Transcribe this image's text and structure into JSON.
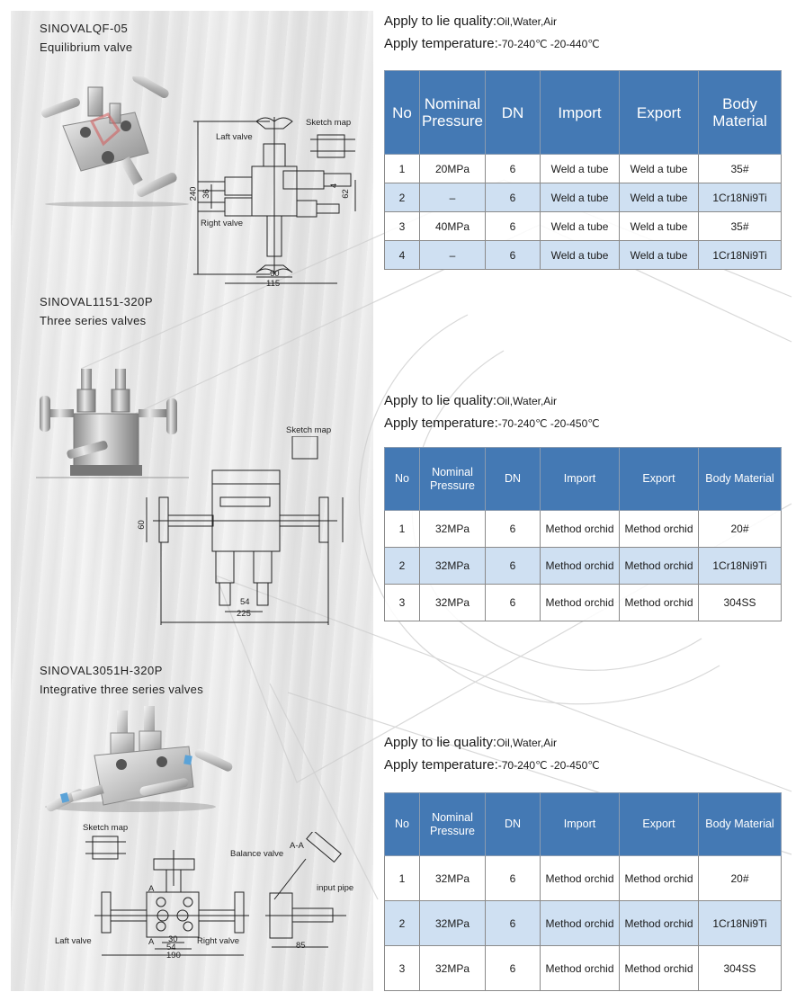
{
  "products": [
    {
      "model": "SINOVALQF-05",
      "name": "Equilibrium valve",
      "drawing_labels": {
        "sketch_map": "Sketch map",
        "left_valve": "Laft valve",
        "right_valve": "Right valve",
        "dim_240": "240",
        "dim_36": "36",
        "dim_62": "62",
        "dim_4": "4",
        "dim_60": "60",
        "dim_115": "115"
      },
      "spec": {
        "quality_label": "Apply to lie quality:",
        "quality_value": "Oil,Water,Air",
        "temp_label": "Apply temperature:",
        "temp_value": "-70-240℃  -20-440℃"
      },
      "table": {
        "headers": [
          "No",
          "Nominal Pressure",
          "DN",
          "Import",
          "Export",
          "Body Material"
        ],
        "rows": [
          [
            "1",
            "20MPa",
            "6",
            "Weld a tube",
            "Weld a tube",
            "35#"
          ],
          [
            "2",
            "–",
            "6",
            "Weld a tube",
            "Weld a tube",
            "1Cr18Ni9Ti"
          ],
          [
            "3",
            "40MPa",
            "6",
            "Weld a tube",
            "Weld a tube",
            "35#"
          ],
          [
            "4",
            "–",
            "6",
            "Weld a tube",
            "Weld a tube",
            "1Cr18Ni9Ti"
          ]
        ]
      }
    },
    {
      "model": "SINOVAL1151-320P",
      "name": "Three series valves",
      "drawing_labels": {
        "sketch_map": "Sketch map",
        "dim_60": "60",
        "dim_54": "54",
        "dim_225": "225"
      },
      "spec": {
        "quality_label": "Apply to lie quality:",
        "quality_value": "Oil,Water,Air",
        "temp_label": "Apply temperature:",
        "temp_value": "-70-240℃  -20-450℃"
      },
      "table": {
        "headers": [
          "No",
          "Nominal Pressure",
          "DN",
          "Import",
          "Export",
          "Body Material"
        ],
        "rows": [
          [
            "1",
            "32MPa",
            "6",
            "Method orchid",
            "Method orchid",
            "20#"
          ],
          [
            "2",
            "32MPa",
            "6",
            "Method orchid",
            "Method orchid",
            "1Cr18Ni9Ti"
          ],
          [
            "3",
            "32MPa",
            "6",
            "Method orchid",
            "Method orchid",
            "304SS"
          ]
        ]
      }
    },
    {
      "model": "SINOVAL3051H-320P",
      "name": "Integrative three series valves",
      "drawing_labels": {
        "sketch_map": "Sketch map",
        "balance_valve": "Balance valve",
        "section": "A-A",
        "input_pipe": "input pipe",
        "left_valve": "Laft valve",
        "right_valve": "Right valve",
        "a_top": "A",
        "a_bottom": "A",
        "dim_30": "30",
        "dim_54": "54",
        "dim_190": "190",
        "dim_85": "85"
      },
      "spec": {
        "quality_label": "Apply to lie quality:",
        "quality_value": "Oil,Water,Air",
        "temp_label": "Apply temperature:",
        "temp_value": "-70-240℃  -20-450℃"
      },
      "table": {
        "headers": [
          "No",
          "Nominal Pressure",
          "DN",
          "Import",
          "Export",
          "Body Material"
        ],
        "rows": [
          [
            "1",
            "32MPa",
            "6",
            "Method orchid",
            "Method orchid",
            "20#"
          ],
          [
            "2",
            "32MPa",
            "6",
            "Method orchid",
            "Method orchid",
            "1Cr18Ni9Ti"
          ],
          [
            "3",
            "32MPa",
            "6",
            "Method orchid",
            "Method orchid",
            "304SS"
          ]
        ]
      }
    }
  ],
  "colors": {
    "header_blue": "#4479b4",
    "alt_row": "#cfe0f2"
  }
}
